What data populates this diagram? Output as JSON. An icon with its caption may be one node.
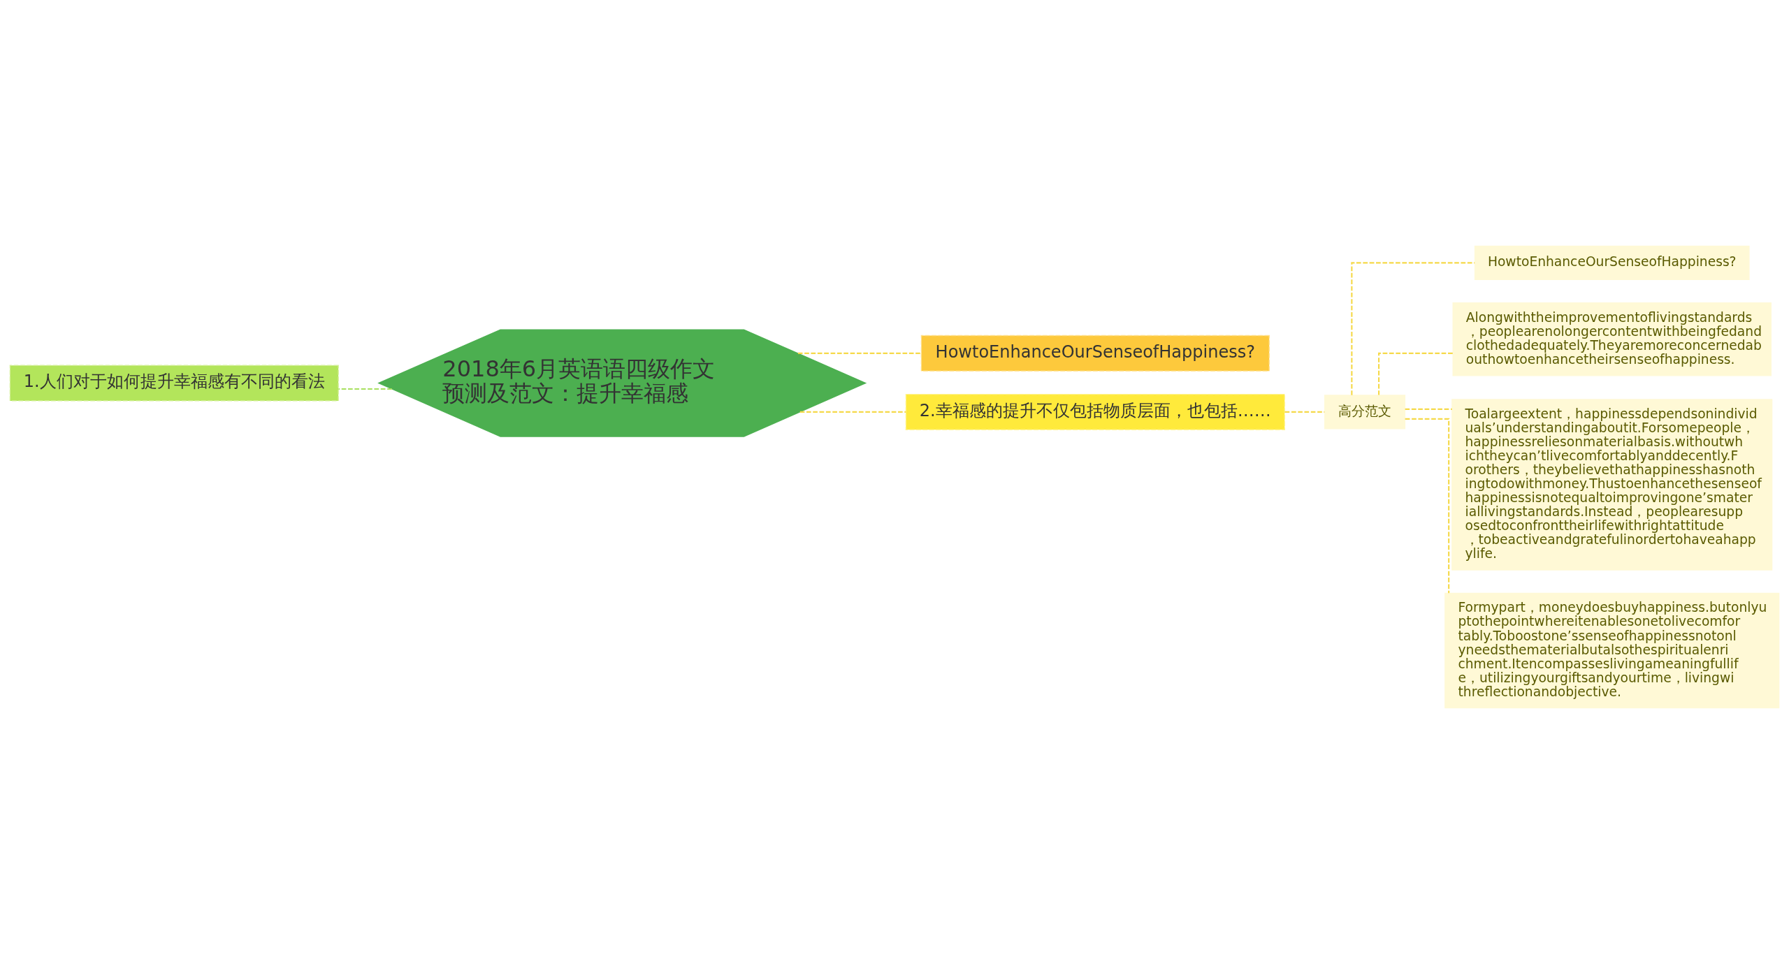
{
  "diagram": {
    "nodes": [
      {
        "text": [
          "2018年6月英语语四级作文预测及范文：提升幸福感"
        ]
      },
      {
        "text": [
          "1.人们对于如何提升幸福感有不同的看法"
        ]
      },
      {
        "text": [
          "HowtoEnhanceOurSenseofHappiness?"
        ]
      },
      {
        "text": [
          "2.幸福感的提升不仅包括物质层面，也包括……"
        ]
      },
      {
        "text": [
          "高分范文"
        ]
      },
      {
        "text": [
          "HowtoEnhanceOurSenseofHappiness?"
        ]
      },
      {
        "text": [
          "Alongwiththeimprovementoflivingstandards，peoplearenolongercontentwithbeingfedandclothedadequately.Theyaremoreconcernedabouthowtoenhancetheirsenseofhappiness."
        ]
      },
      {
        "text": [
          "Toalargeextent，happinessdependsonindividuals’understandingaboutit.Forsomepeople，happinessreliesonmaterialbasis.withoutwhichtheycan’tlivecomfortablyanddecently.Forothers，theybelievethathappinesshasnothingtodowithmoney.Thustoenhancethesenseofhappinessisnotequaltoimprovingone’smateriallivingstandards.Instead，peoplearesupposedtoconfronttheirlifewithrightattitude，tobeactiveandgratefulinordertohaveahappylife."
        ]
      },
      {
        "text": [
          "Formypart，moneydoesbuyhappiness.butonlyuptothepointwhereitenablesonetolivecomfortably.Toboostone’ssenseofhappinessnotonlyneedsthematerialbutalsothespiritualenrichment.Itencompasseslivingameaningfullife，utilizingyourgiftsandyourtime，livingwithreflectionandobjective."
        ]
      }
    ],
    "edges": [
      {
        "from": 0,
        "to": 1,
        "arrow": "none",
        "style": "dashed",
        "color": "#a8e05f"
      },
      {
        "from": 0,
        "to": 2,
        "arrow": "none",
        "style": "dashed"
      },
      {
        "from": 0,
        "to": 3,
        "arrow": "none",
        "style": "dashed"
      },
      {
        "from": 3,
        "to": 4,
        "arrow": "none",
        "style": "dashed"
      },
      {
        "from": 4,
        "to": 5,
        "arrow": "none",
        "style": "dashed"
      },
      {
        "from": 4,
        "to": 6,
        "arrow": "none",
        "style": "dashed"
      },
      {
        "from": 4,
        "to": 7,
        "arrow": "none",
        "style": "dashed"
      },
      {
        "from": 4,
        "to": 8,
        "arrow": "none",
        "style": "dashed"
      }
    ]
  }
}
